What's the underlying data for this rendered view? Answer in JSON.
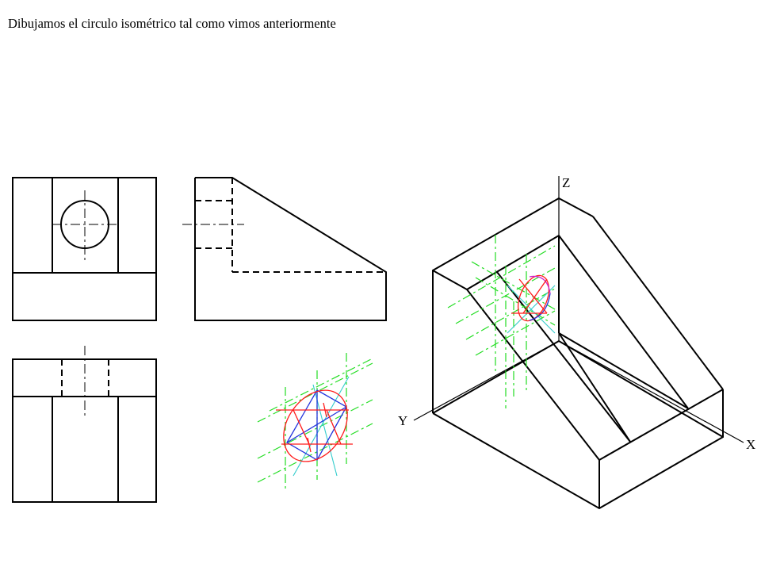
{
  "caption": "Dibujamos el circulo isométrico tal como vimos anteriormente",
  "axes": {
    "x": "X",
    "y": "Y",
    "z": "Z"
  },
  "colors": {
    "construction_green": "#22dd22",
    "ellipse_red": "#ff1a1a",
    "rhombus_blue": "#2233dd",
    "axis_cyan": "#33cccc",
    "arc_magenta": "#cc22cc"
  }
}
